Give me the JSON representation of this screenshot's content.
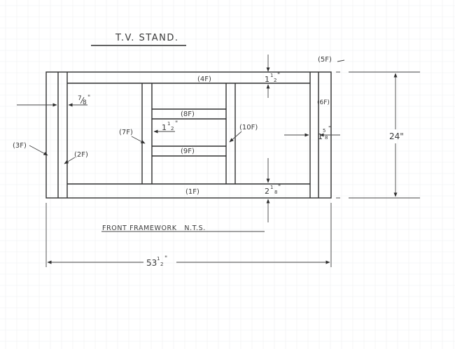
{
  "title": "T.V. STAND.",
  "subtitle": "FRONT FRAMEWORK   N.T.S.",
  "parts": {
    "p1": "(1F)",
    "p2": "(2F)",
    "p3": "(3F)",
    "p4": "(4F)",
    "p5": "(5F)",
    "p6": "(6F)",
    "p7": "(7F)",
    "p8": "(8F)",
    "p9": "(9F)",
    "p10": "(10F)"
  },
  "dims": {
    "top_rail": [
      "1",
      "1",
      "2",
      "\""
    ],
    "bottom_rail": [
      "2",
      "1",
      "8",
      "\""
    ],
    "stile_side": [
      "7",
      "8",
      "\""
    ],
    "rail_gap": [
      "1",
      "1",
      "2",
      "\""
    ],
    "right_stile": [
      "1",
      "5",
      "8",
      "\""
    ],
    "height": "24\"",
    "width": [
      "53",
      "1",
      "2",
      "\""
    ]
  }
}
